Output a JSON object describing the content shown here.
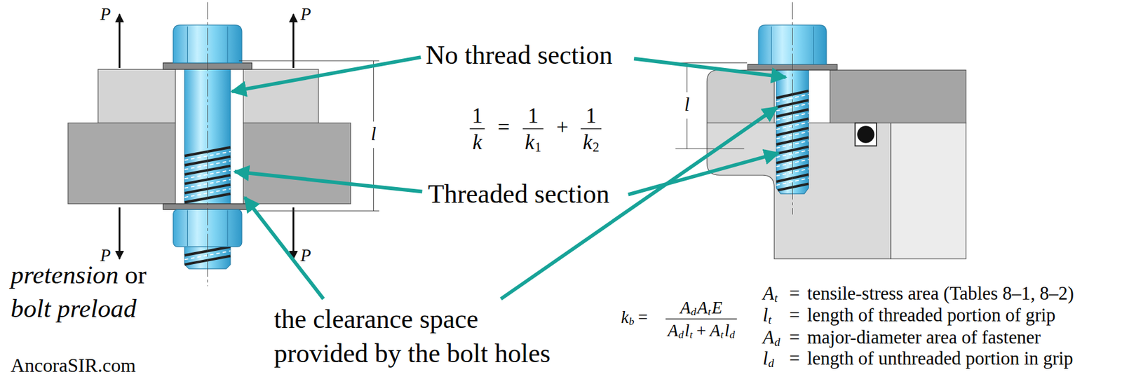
{
  "diagram": {
    "labels": [
      "P",
      "P",
      "P",
      "P",
      "l",
      "l",
      "No thread section",
      "Threaded section",
      "the clearance space provided by the bolt holes",
      "pretension",
      "or",
      "bolt preload",
      "AncoraSIR.com",
      "1",
      "k",
      "=",
      "1",
      "k",
      "1",
      "+",
      "1",
      "k",
      "2",
      "k",
      "b",
      "=",
      "A",
      "d",
      "A",
      "t",
      "E",
      "A",
      "d",
      "l",
      "t",
      "+",
      "A",
      "t",
      "l",
      "d",
      "A",
      "t",
      "=",
      "tensile-stress area (Tables 8–1, 8–2)",
      "l",
      "t",
      "=",
      "length of threaded portion of grip",
      "A",
      "d",
      "=",
      "major-diameter area of fastener",
      "l",
      "d",
      "=",
      "length of unthreaded portion in grip"
    ]
  }
}
